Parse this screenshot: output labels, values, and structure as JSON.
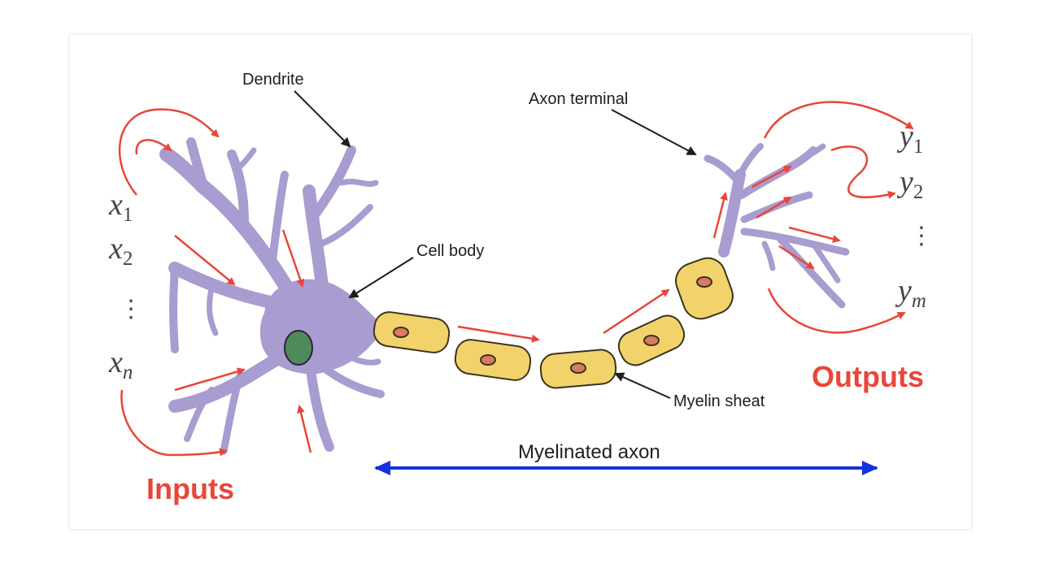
{
  "labels": {
    "dendrite": "Dendrite",
    "axon_terminal": "Axon terminal",
    "cell_body": "Cell body",
    "myelin_sheath": "Myelin sheat",
    "myelinated_axon": "Myelinated axon",
    "inputs": "Inputs",
    "outputs": "Outputs"
  },
  "inputs": [
    {
      "base": "x",
      "sub": "1"
    },
    {
      "base": "x",
      "sub": "2"
    },
    {
      "base": "⋮",
      "sub": ""
    },
    {
      "base": "x",
      "sub": "n"
    }
  ],
  "outputs": [
    {
      "base": "y",
      "sub": "1"
    },
    {
      "base": "y",
      "sub": "2"
    },
    {
      "base": "⋮",
      "sub": ""
    },
    {
      "base": "y",
      "sub": "m"
    }
  ],
  "colors": {
    "neuron_fill": "#a89cd0",
    "neuron_stroke": "#2b2340",
    "nucleus": "#4f8a5b",
    "myelin_fill": "#f2d36b",
    "myelin_stroke": "#3a3320",
    "myelin_nucleus": "#d97b5f",
    "signal_arrow": "#e8463a",
    "axon_span_arrow": "#1431e0",
    "label_red": "#e8463a",
    "pointer": "#1e1e1e"
  }
}
